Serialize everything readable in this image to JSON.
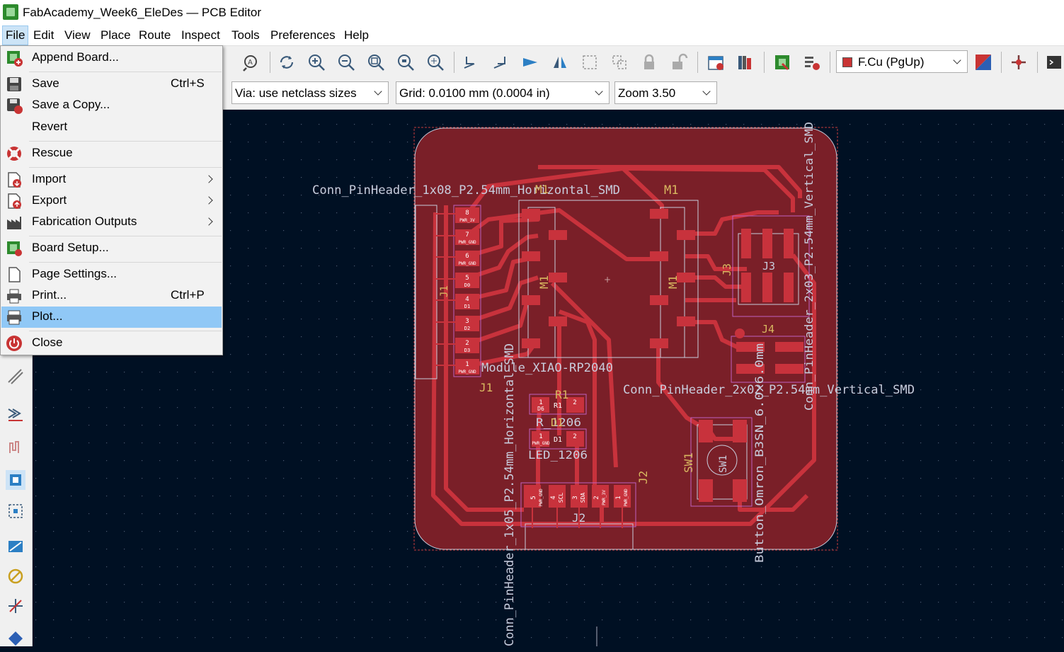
{
  "window": {
    "title": "FabAcademy_Week6_EleDes — PCB Editor"
  },
  "menubar": {
    "items": [
      "File",
      "Edit",
      "View",
      "Place",
      "Route",
      "Inspect",
      "Tools",
      "Preferences",
      "Help"
    ]
  },
  "toolbar": {
    "via_select": "Via: use netclass sizes",
    "grid_select": "Grid: 0.0100 mm (0.0004 in)",
    "zoom_select": "Zoom 3.50",
    "layer_select": "F.Cu (PgUp)",
    "layer_color": "#c83434"
  },
  "file_menu": {
    "items": [
      {
        "label": "Append Board...",
        "icon": "append-board-icon"
      },
      {
        "label": "Save",
        "shortcut": "Ctrl+S",
        "icon": "save-icon"
      },
      {
        "label": "Save a Copy...",
        "icon": "save-copy-icon"
      },
      {
        "label": "Revert"
      },
      {
        "label": "Rescue",
        "icon": "rescue-icon"
      },
      {
        "label": "Import",
        "icon": "import-icon",
        "submenu": true
      },
      {
        "label": "Export",
        "icon": "export-icon",
        "submenu": true
      },
      {
        "label": "Fabrication Outputs",
        "icon": "fabrication-icon",
        "submenu": true
      },
      {
        "label": "Board Setup...",
        "icon": "board-setup-icon"
      },
      {
        "label": "Page Settings...",
        "icon": "page-settings-icon"
      },
      {
        "label": "Print...",
        "shortcut": "Ctrl+P",
        "icon": "print-icon"
      },
      {
        "label": "Plot...",
        "icon": "plot-icon",
        "highlighted": true
      },
      {
        "label": "Close",
        "icon": "close-icon"
      }
    ]
  },
  "pcb": {
    "colors": {
      "background": "#001023",
      "board": "#7a1f28",
      "copper": "#c8323c",
      "silk": "#c8ccdc",
      "courtyard": "#c060c0"
    },
    "labels": {
      "j1_value": "Conn_PinHeader_1x08_P2.54mm_Horizontal_SMD",
      "m1_ref_a": "M1",
      "m1_ref_b": "M1",
      "m1_ref_c": "M1",
      "m1_ref_d": "M1",
      "m1_value": "Module_XIAO-RP2040",
      "j1_ref": "J1",
      "j1_ref_b": "J1",
      "j4_value": "Conn_PinHeader_2x02_P2.54mm_Vertical_SMD",
      "j3_value": "Conn_PinHeader_2x03_P2.54mm_Vertical_SMD",
      "j3_ref": "J3",
      "j3_ref_b": "J3",
      "j4_ref": "J4",
      "r1_ref": "R1",
      "r1_value": "R_1206",
      "d1_ref": "D1",
      "d1_value": "LED_1206",
      "sw1_ref": "SW1",
      "sw1_ref_b": "SW1",
      "sw1_value": "Button_Omron_B3SN_6.0x6.0mm",
      "j2_value": "Conn_PinHeader_1x05_P2.54mm_Horizontal_SMD",
      "j2_ref": "J2",
      "j2_ref_b": "J2"
    },
    "j1_pins": [
      {
        "num": "8",
        "net": "PWR_3V"
      },
      {
        "num": "7",
        "net": "PWR_GND"
      },
      {
        "num": "6",
        "net": "PWR_GND"
      },
      {
        "num": "5",
        "net": "D0"
      },
      {
        "num": "4",
        "net": "D1"
      },
      {
        "num": "3",
        "net": "D2"
      },
      {
        "num": "2",
        "net": "D3"
      },
      {
        "num": "1",
        "net": "PWR_GND"
      }
    ],
    "j2_pins": [
      {
        "num": "5",
        "net": "PWR_GND"
      },
      {
        "num": "4",
        "net": "SCL"
      },
      {
        "num": "3",
        "net": "SDA"
      },
      {
        "num": "2",
        "net": "PWR_3V"
      },
      {
        "num": "1",
        "net": "PWR_GND"
      }
    ],
    "r1_pads": [
      {
        "num": "1",
        "net": "D6"
      },
      {
        "num": "2",
        "net": ""
      }
    ],
    "d1_pads": [
      {
        "num": "1",
        "net": "PWR_GND"
      },
      {
        "num": "2",
        "net": ""
      }
    ],
    "r1_body": "R1",
    "d1_body": "D1"
  }
}
